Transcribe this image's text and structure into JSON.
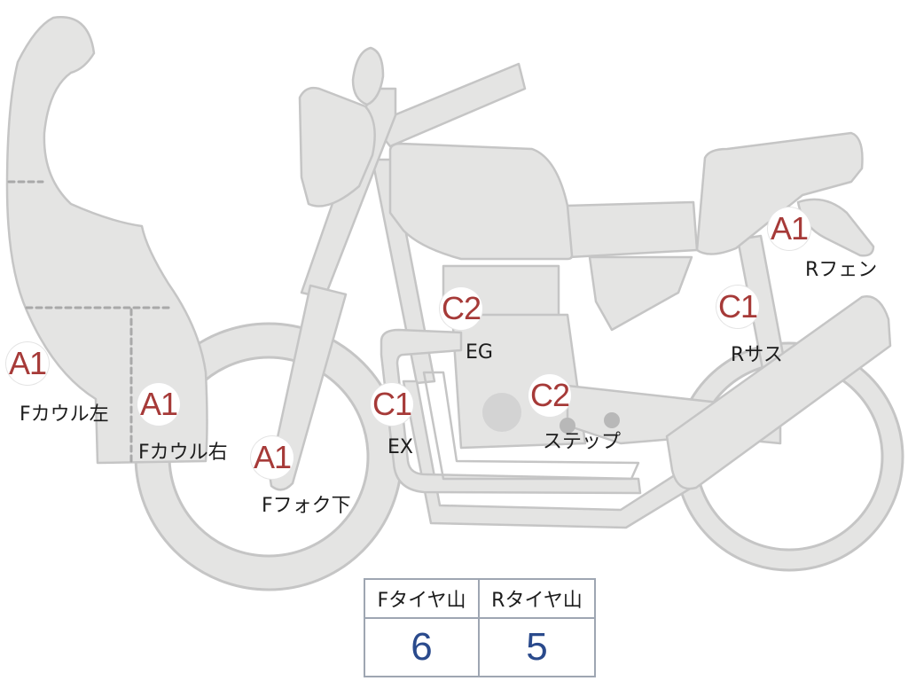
{
  "diagram": {
    "callouts": [
      {
        "id": "f-cowl-left",
        "grade": "A1",
        "part": "Fカウル左"
      },
      {
        "id": "f-cowl-right",
        "grade": "A1",
        "part": "Fカウル右"
      },
      {
        "id": "f-fork-lower",
        "grade": "A1",
        "part": "Fフォク下"
      },
      {
        "id": "engine",
        "grade": "C2",
        "part": "EG"
      },
      {
        "id": "exhaust",
        "grade": "C1",
        "part": "EX"
      },
      {
        "id": "step",
        "grade": "C2",
        "part": "ステップ"
      },
      {
        "id": "r-suspension",
        "grade": "C1",
        "part": "Rサス"
      },
      {
        "id": "r-fender",
        "grade": "A1",
        "part": "Rフェン"
      }
    ]
  },
  "tire_table": {
    "headers": [
      "Fタイヤ山",
      "Rタイヤ山"
    ],
    "values": [
      "6",
      "5"
    ]
  },
  "colors": {
    "bike_fill": "#e4e4e3",
    "bike_stroke": "#c5c5c5",
    "grade_text": "#a63a38",
    "tire_value": "#2a4a8c",
    "table_border": "#9ea6b2"
  }
}
